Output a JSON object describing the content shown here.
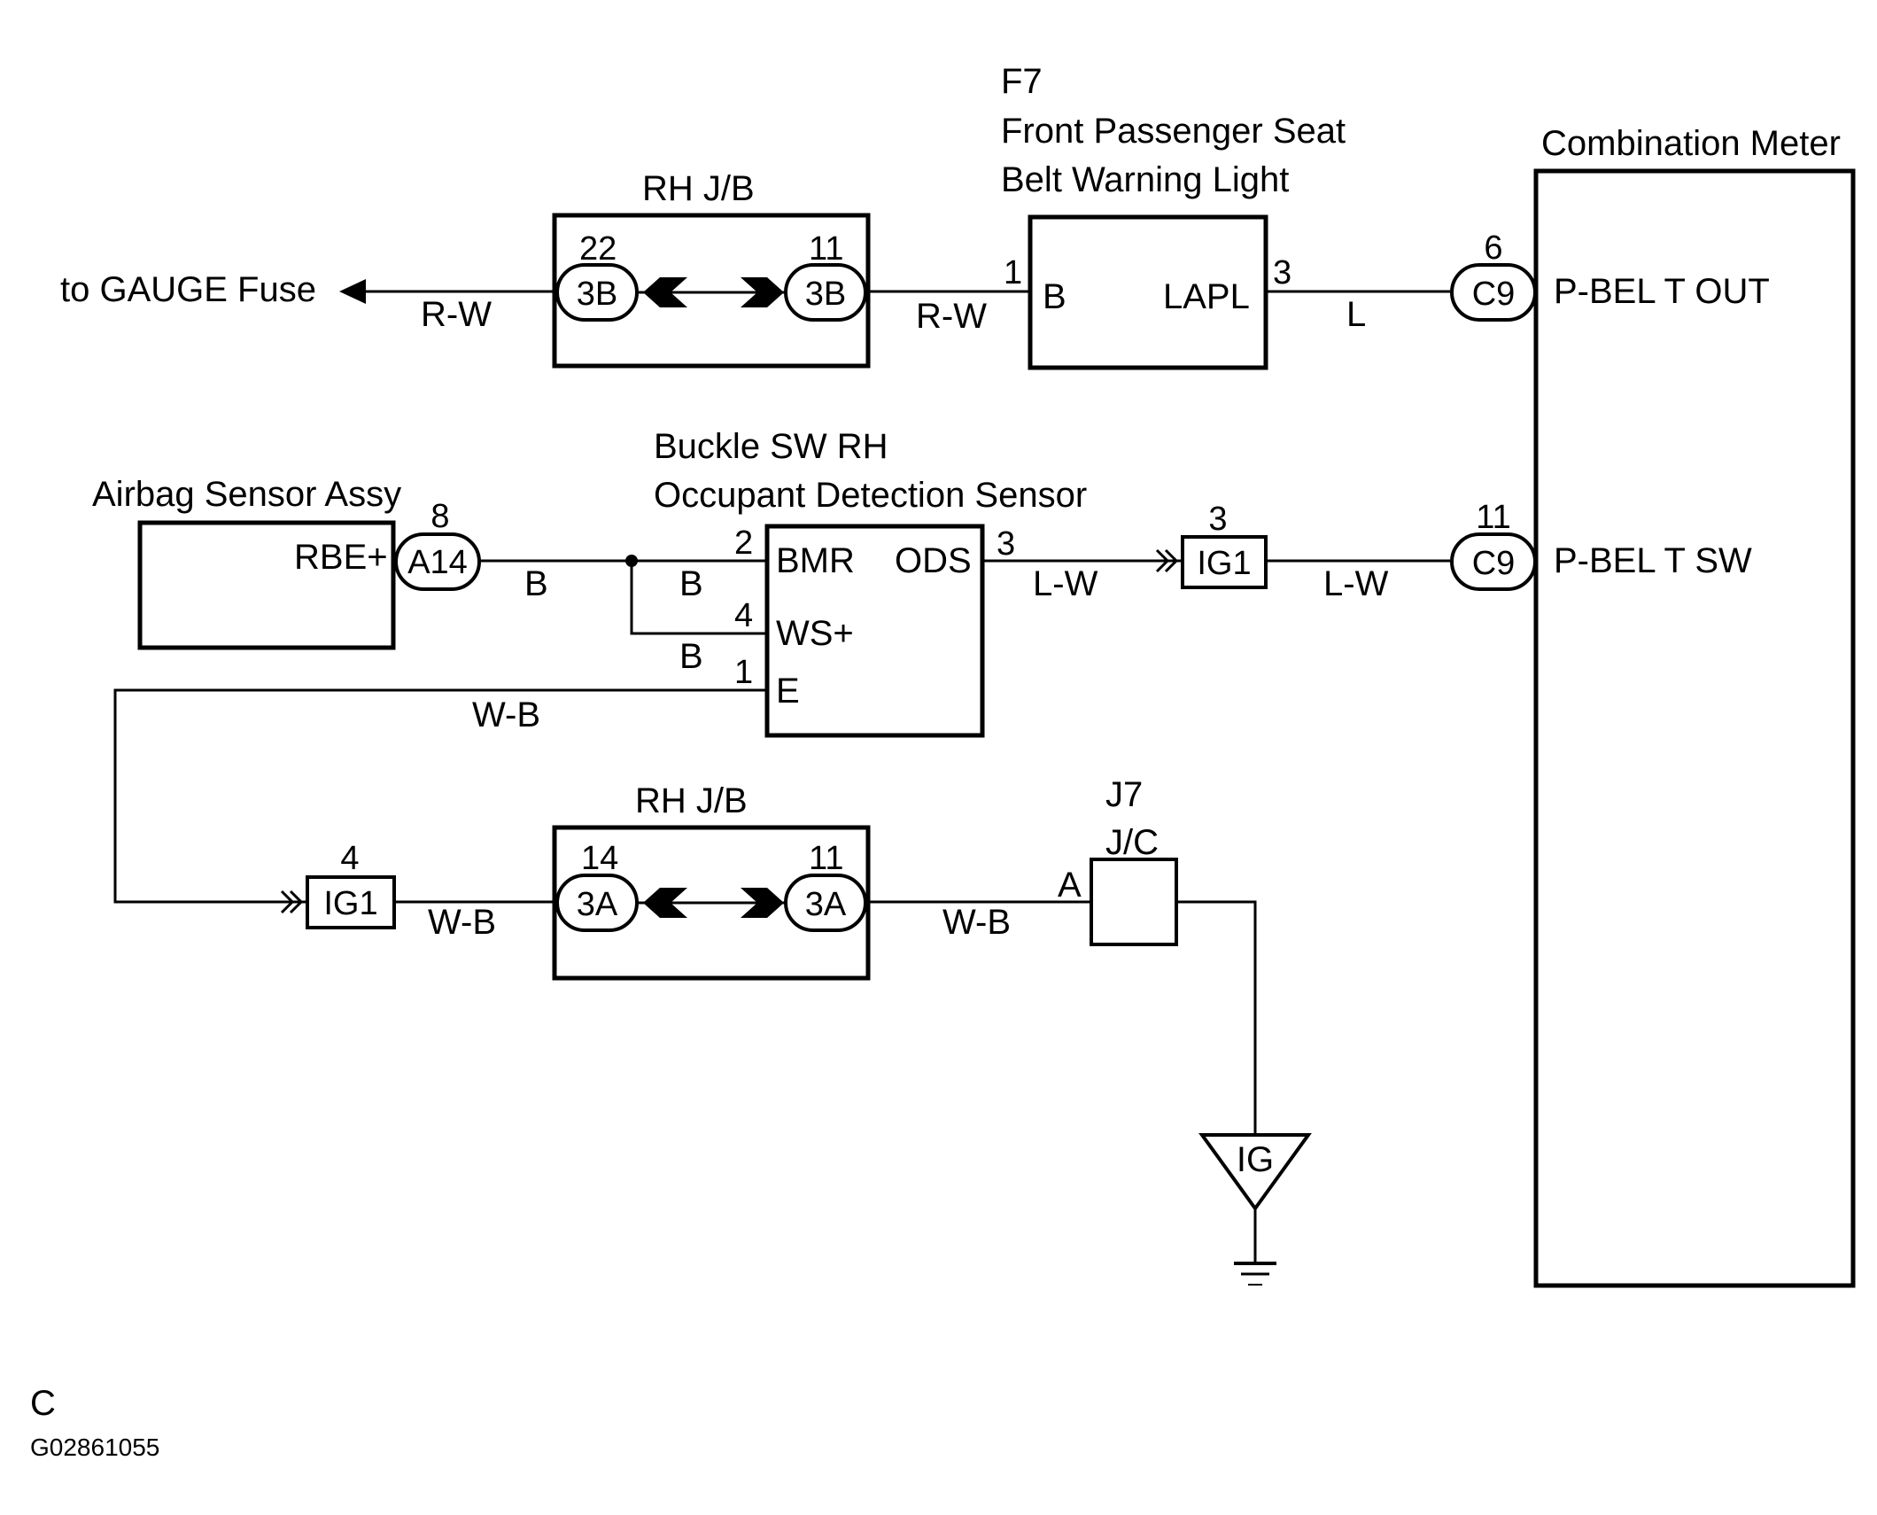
{
  "diagram": {
    "components": {
      "f7_code": "F7",
      "f7_name_line1": "Front Passenger Seat",
      "f7_name_line2": "Belt Warning Light",
      "f7_pin_b": "B",
      "f7_pin_lapl": "LAPL",
      "rh_jb_top": "RH J/B",
      "rh_jb_bottom": "RH J/B",
      "combination_meter": "Combination Meter",
      "meter_pin_out": "P-BEL T OUT",
      "meter_pin_sw": "P-BEL T SW",
      "airbag_sensor": "Airbag Sensor Assy",
      "airbag_pin": "RBE+",
      "buckle_line1": "Buckle SW RH",
      "buckle_line2": "Occupant Detection Sensor",
      "buckle_pin_bmr": "BMR",
      "buckle_pin_ods": "ODS",
      "buckle_pin_ws": "WS+",
      "buckle_pin_e": "E",
      "j7_code": "J7",
      "j7_name": "J/C",
      "j7_pin": "A",
      "ground_label": "IG",
      "gauge_fuse": "to GAUGE Fuse"
    },
    "connectors": {
      "jb_3b_left": "3B",
      "jb_3b_right": "3B",
      "jb_3a_left": "3A",
      "jb_3a_right": "3A",
      "meter_c9_top": "C9",
      "meter_c9_bottom": "C9",
      "airbag_a14": "A14",
      "ig1_top": "IG1",
      "ig1_bottom": "IG1"
    },
    "pin_numbers": {
      "jb_3b_left": "22",
      "jb_3b_right": "11",
      "f7_b": "1",
      "f7_lapl": "3",
      "meter_out": "6",
      "meter_sw": "11",
      "airbag": "8",
      "buckle_bmr": "2",
      "buckle_ws": "4",
      "buckle_e": "1",
      "buckle_ods": "3",
      "ig1_top": "3",
      "ig1_bottom": "4",
      "jb_3a_left": "14",
      "jb_3a_right": "11"
    },
    "wire_colors": {
      "gauge_to_jb": "R-W",
      "jb_to_f7": "R-W",
      "f7_to_meter": "L",
      "airbag_to_junction": "B",
      "junction_to_bmr": "B",
      "junction_to_ws": "B",
      "e_to_ig1": "W-B",
      "ods_to_ig1": "L-W",
      "ig1_to_meter": "L-W",
      "ig1_to_jb": "W-B",
      "jb_to_j7": "W-B"
    },
    "footer": {
      "page_letter": "C",
      "figure_code": "G02861055"
    }
  }
}
